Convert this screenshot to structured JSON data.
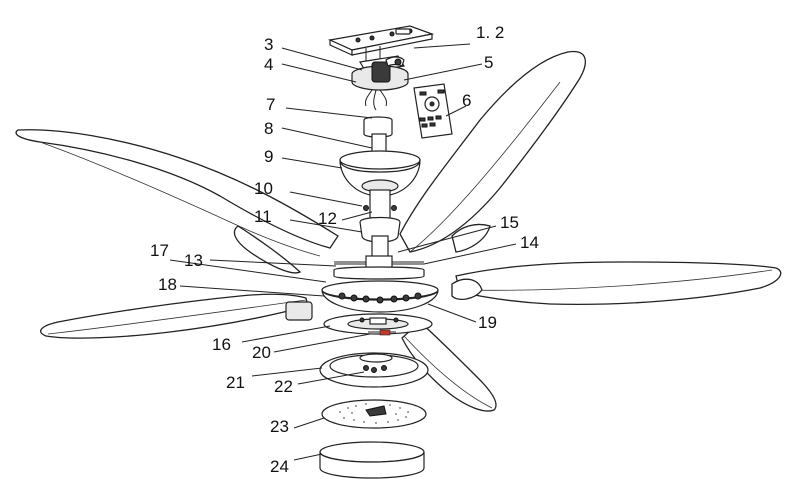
{
  "diagram": {
    "labels": {
      "l1_2": "1. 2",
      "l3": "3",
      "l4": "4",
      "l5": "5",
      "l6": "6",
      "l7": "7",
      "l8": "8",
      "l9": "9",
      "l10": "10",
      "l11": "11",
      "l12": "12",
      "l13": "13",
      "l14": "14",
      "l15": "15",
      "l16": "16",
      "l17": "17",
      "l18": "18",
      "l19": "19",
      "l20": "20",
      "l21": "21",
      "l22": "22",
      "l23": "23",
      "l24": "24"
    }
  }
}
